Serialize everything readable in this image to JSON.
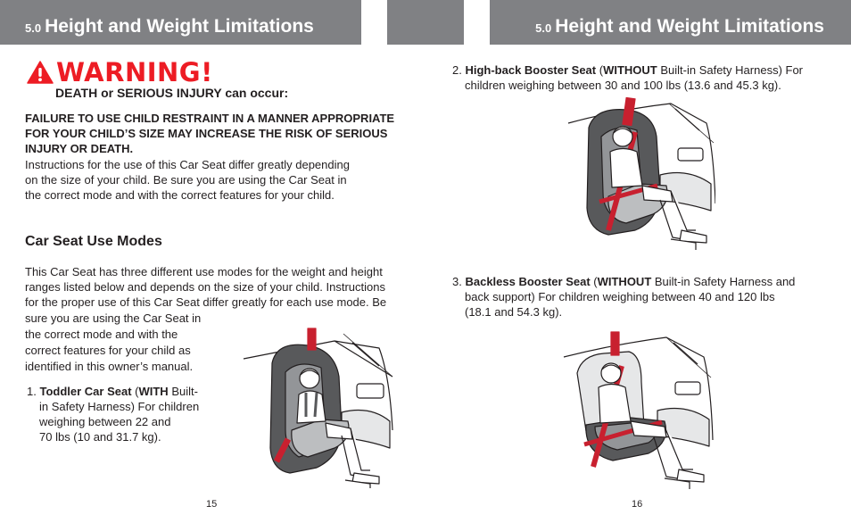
{
  "left_page": {
    "header": {
      "section_num": "5.0",
      "title": "Height and Weight Limitations"
    },
    "warning": {
      "icon": "warning-triangle-icon",
      "title": "WARNING!",
      "subtitle": "DEATH or SERIOUS INJURY can occur:",
      "failure_lines": [
        "FAILURE TO USE CHILD RESTRAINT IN A MANNER APPROPRIATE",
        "FOR YOUR CHILD’S SIZE MAY INCREASE THE RISK OF SERIOUS",
        "INJURY OR DEATH."
      ],
      "instruction_lines": [
        "Instructions for the use of this Car Seat differ greatly depending",
        "on the size of your child.  Be sure you are using the Car Seat in",
        "the correct mode and with the correct features for your child."
      ]
    },
    "modes_heading": "Car Seat Use Modes",
    "modes_lines": [
      "This Car Seat has three different use modes for the weight and height",
      "ranges listed below and depends on the size of your child. Instructions",
      "for the proper use of this Car Seat differ greatly for each use mode. Be",
      "sure you are using the Car Seat in",
      "the correct mode and with the",
      "correct features for your child as",
      "identified in this owner’s manual."
    ],
    "item1": {
      "number": "1.",
      "name": "Toddler Car Seat",
      "open_paren": " (",
      "qualifier": "WITH",
      "line1_rest": " Built-",
      "line2": "in Safety Harness) For children",
      "line3": "weighing between 22 and",
      "line4": "70 lbs (10 and 31.7 kg)."
    },
    "page_number": "15"
  },
  "right_page": {
    "header": {
      "section_num": "5.0",
      "title": "Height and Weight Limitations"
    },
    "item2": {
      "number": "2.",
      "name": "High-back Booster Seat",
      "open_paren": " (",
      "qualifier": "WITHOUT",
      "line1_rest": " Built-in Safety Harness) For",
      "line2": "children weighing between 30 and 100 lbs (13.6 and 45.3 kg)."
    },
    "item3": {
      "number": "3.",
      "name": "Backless Booster Seat",
      "open_paren": " (",
      "qualifier": "WITHOUT",
      "line1_rest": " Built-in Safety Harness and",
      "line2": "back support) For children weighing between 40 and 120 lbs",
      "line3": "(18.1 and 54.3 kg)."
    },
    "page_number": "16"
  },
  "colors": {
    "header_gray": "#808184",
    "warning_red": "#ed1c24",
    "belt_red": "#c8202f",
    "text": "#231f20"
  }
}
